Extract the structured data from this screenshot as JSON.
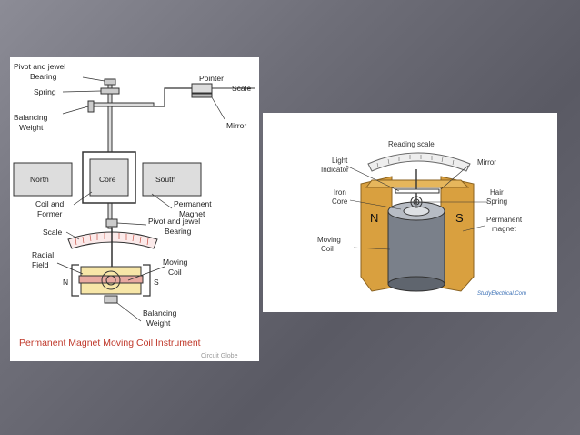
{
  "left_diagram": {
    "labels": {
      "pivot_top": [
        "Pivot and jewel",
        "Bearing"
      ],
      "spring": "Spring",
      "balancing_weight_top": [
        "Balancing",
        "Weight"
      ],
      "pointer": "Pointer",
      "scale_top": "Scale",
      "mirror": "Mirror",
      "north": "North",
      "core": "Core",
      "south": "South",
      "coil_former": [
        "Coil and",
        "Former"
      ],
      "permanent_magnet": [
        "Permanent",
        "Magnet"
      ],
      "scale_mid": "Scale",
      "pivot_mid": [
        "Pivot and jewel",
        "Bearing"
      ],
      "radial_field": [
        "Radial",
        "Field"
      ],
      "moving_coil": [
        "Moving",
        "Coil"
      ],
      "pole_n": "N",
      "pole_s": "S",
      "balancing_weight_bottom": [
        "Balancing",
        "Weight"
      ]
    },
    "caption": "Permanent Magnet Moving Coil Instrument",
    "watermark": "Circuit Globe",
    "caption_color": "#c0392b"
  },
  "right_diagram": {
    "labels": {
      "reading_scale": "Reading scale",
      "light_indicator": [
        "Light",
        "Indicator"
      ],
      "mirror": "Mirror",
      "iron_core": [
        "Iron",
        "Core"
      ],
      "hair_spring": [
        "Hair",
        "Spring"
      ],
      "pole_n": "N",
      "pole_s": "S",
      "permanent_magnet": [
        "Permanent",
        "magnet"
      ],
      "moving_coil": [
        "Moving",
        "Coil"
      ]
    },
    "watermark": "StudyElectrical.Com",
    "magnet_color": "#d9a03f"
  }
}
